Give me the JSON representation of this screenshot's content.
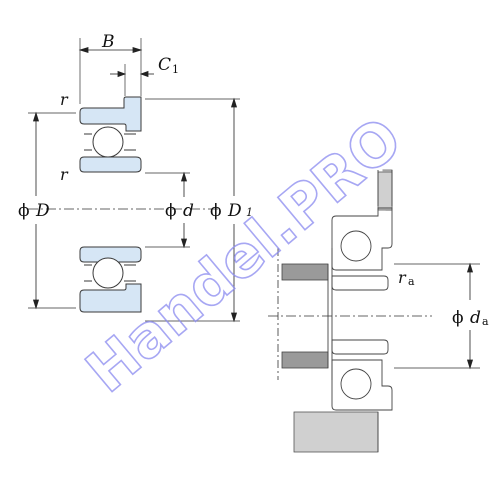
{
  "labels": {
    "B": "B",
    "C1": "C",
    "C1_sub": "1",
    "r_top": "r",
    "r_mid": "r",
    "phi": "ϕ",
    "D": "D",
    "d": "d",
    "D1": "D",
    "D1_sub": "1",
    "ra": "r",
    "ra_sub": "a",
    "da": "d",
    "da_sub": "a"
  },
  "watermark": "Handel.PRO",
  "colors": {
    "ring_fill": "#d6e6f5",
    "ring_stroke": "#3a3a3a",
    "housing_fill": "#d0d0d0",
    "shaft_fill": "#9a9a9a",
    "watermark": "#8a8af0"
  }
}
